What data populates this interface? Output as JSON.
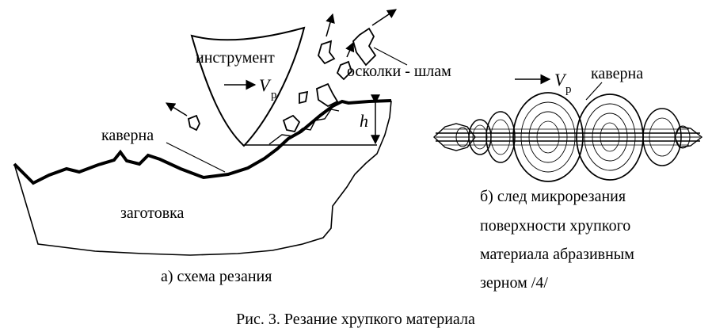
{
  "figure": {
    "left": {
      "tool_label": "инструмент",
      "chips_label": "осколки - шлам",
      "cavern_label": "каверна",
      "workpiece_label": "заготовка",
      "velocity_symbol": "V",
      "velocity_subscript": "р",
      "depth_symbol": "h",
      "caption": "а) схема резания"
    },
    "right": {
      "velocity_symbol": "V",
      "velocity_subscript": "р",
      "cavern_label": "каверна",
      "caption_lines": [
        "б) след микрорезания",
        "поверхности хрупкого",
        "материала абразивным",
        "зерном /4/"
      ]
    },
    "main_caption": "Рис. 3. Резание хрупкого материала"
  }
}
